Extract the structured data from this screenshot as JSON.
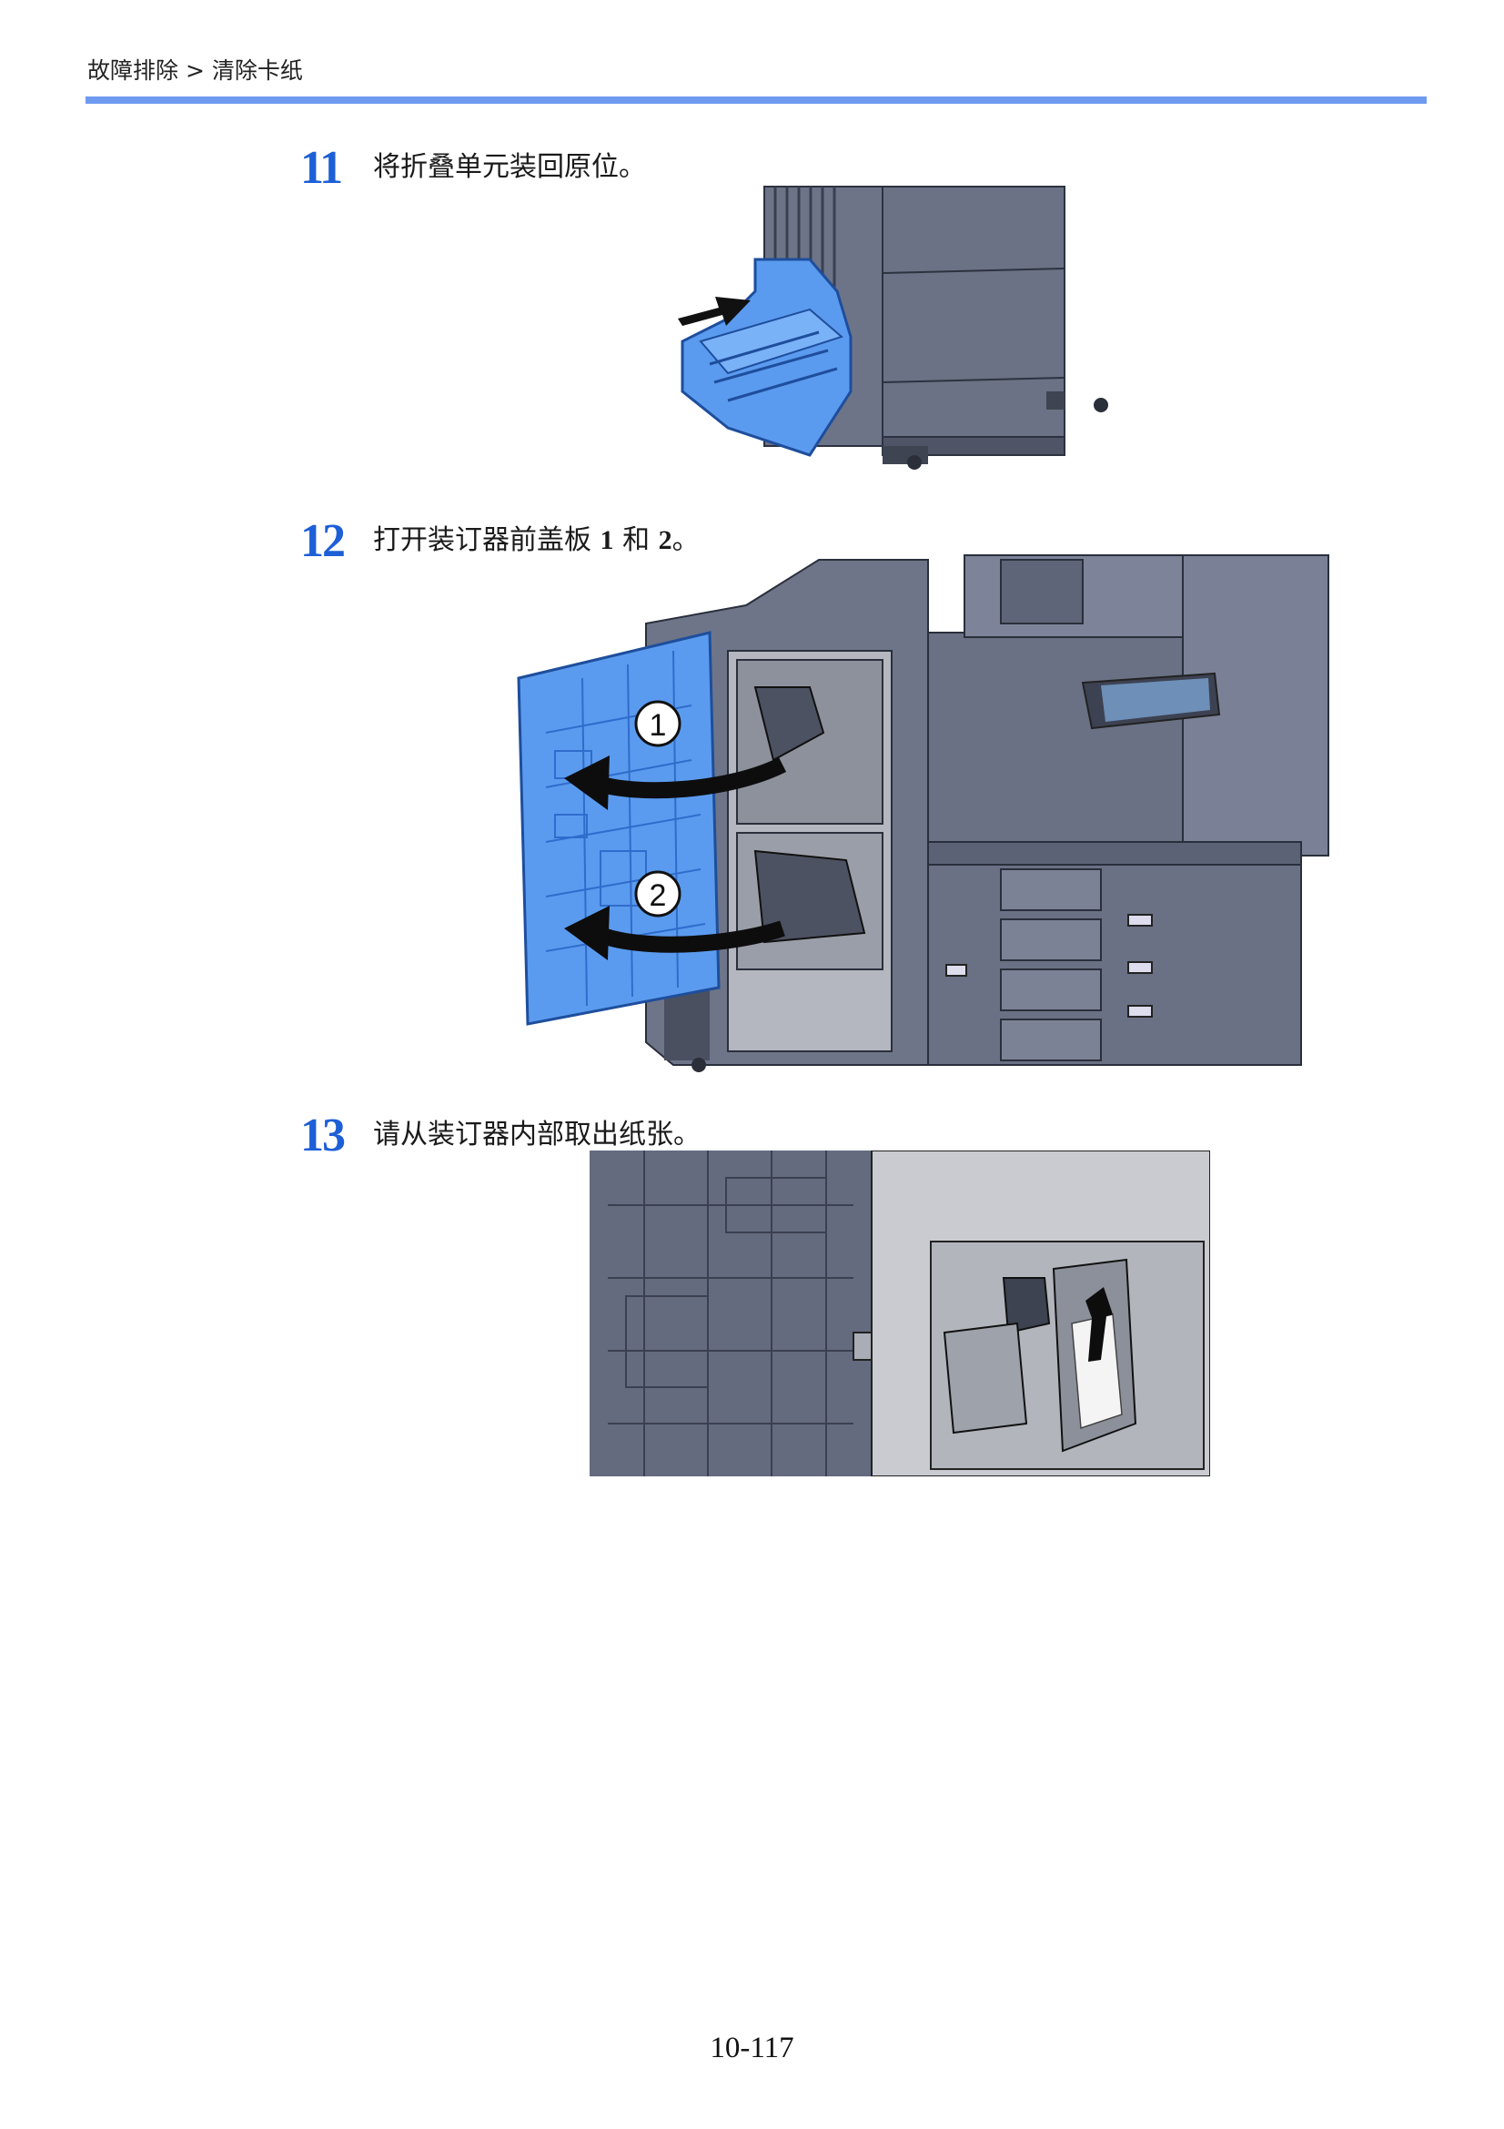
{
  "header": {
    "breadcrumb": "故障排除 > 清除卡纸"
  },
  "steps": [
    {
      "number": "11",
      "text": "将折叠单元装回原位。"
    },
    {
      "number": "12",
      "text_before": "打开装订器前盖板 ",
      "cover_1": "1",
      "conjunction": " 和 ",
      "cover_2": "2",
      "text_after": "。"
    },
    {
      "number": "13",
      "text": "请从装订器内部取出纸张。"
    }
  ],
  "figures": {
    "fold_unit": {
      "arrow": "push-arrow-icon"
    },
    "finisher_covers": {
      "callout_1": "1",
      "callout_2": "2"
    },
    "finisher_interior": {
      "arrow": "pull-up-arrow-icon"
    }
  },
  "colors": {
    "accent": "#1d5fd6",
    "rule": "#6e9bf0",
    "highlight_part": "#5b9bef",
    "machine": "#5a6277"
  },
  "footer": {
    "page_number": "10-117"
  }
}
